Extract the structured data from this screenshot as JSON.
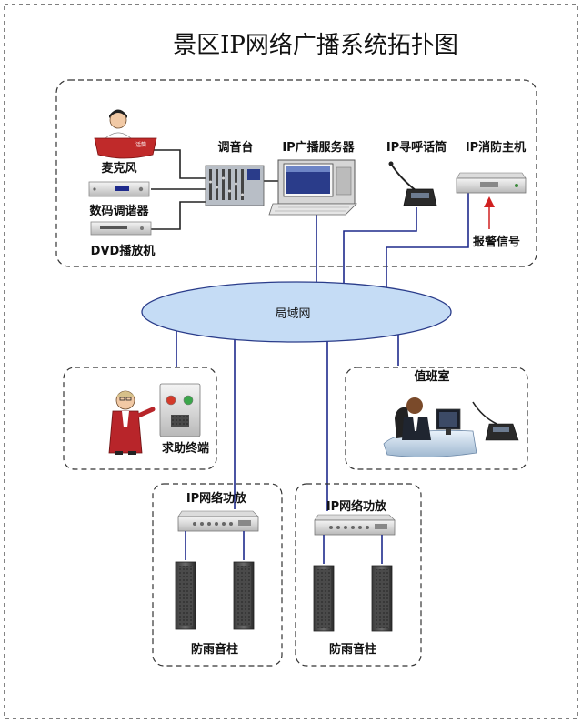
{
  "title": "景区IP网络广播系统拓扑图",
  "network": {
    "label": "局域网"
  },
  "devices": {
    "microphone": "麦克风",
    "digital_tuner": "数码调谐器",
    "dvd_player": "DVD播放机",
    "mixer": "调音台",
    "broadcast_server": "IP广播服务器",
    "paging_mic": "IP寻呼话筒",
    "fire_host": "IP消防主机",
    "alarm_signal": "报警信号",
    "help_terminal": "求助终端",
    "duty_room": "值班室",
    "amp_left": "IP网络功放",
    "amp_right": "IP网络功放",
    "speakers_left": "防雨音柱",
    "speakers_right": "防雨音柱"
  },
  "mic_sign": "话筒",
  "colors": {
    "network": "#c5dcf5",
    "network_stroke": "#2a3c8a",
    "wire": "#1e2a8c",
    "alarm_arrow": "#d02020"
  },
  "icons": [
    "presenter-icon",
    "tuner-icon",
    "dvd-icon",
    "mixer-icon",
    "server-computer-icon",
    "paging-mic-icon",
    "fire-host-icon",
    "helper-person-icon",
    "help-button-panel-icon",
    "operator-icon",
    "monitor-icon",
    "amplifier-icon",
    "speaker-column-icon"
  ]
}
